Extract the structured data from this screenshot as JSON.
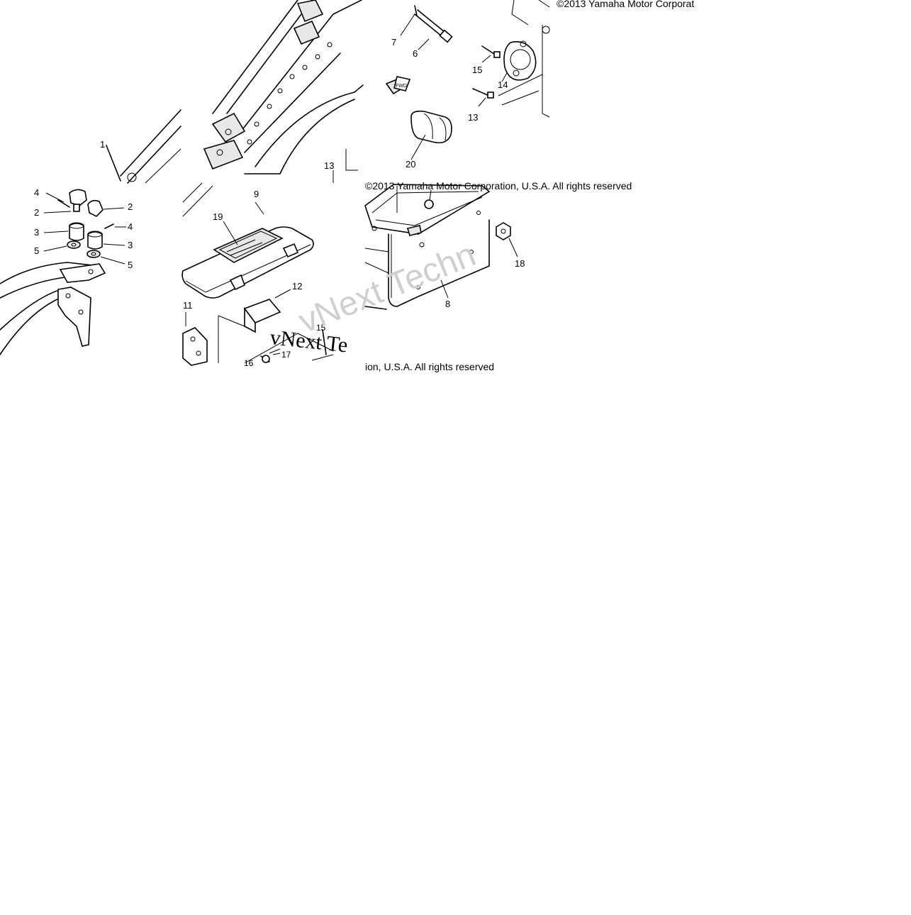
{
  "copyright": {
    "top_right": "©2013 Yamaha Motor Corporat",
    "middle": "©2013 Yamaha Motor Corporation, U.S.A. All rights reserved",
    "bottom": "ion, U.S.A. All rights reserved"
  },
  "watermarks": {
    "big": "vNext Techn",
    "small": "vNext Te"
  },
  "panels": {
    "top_middle": {
      "callouts": [
        "13"
      ]
    },
    "top_right": {
      "callouts": [
        "7",
        "6",
        "15",
        "14",
        "13",
        "20"
      ]
    },
    "left": {
      "callouts": [
        "1",
        "4",
        "2",
        "2",
        "4",
        "3",
        "3",
        "5",
        "5"
      ]
    },
    "center": {
      "callouts": [
        "9",
        "19",
        "12",
        "11",
        "15",
        "17",
        "16"
      ]
    },
    "right": {
      "callouts": [
        "18",
        "8"
      ]
    }
  },
  "parts": {
    "fwd_label": "FWD"
  }
}
